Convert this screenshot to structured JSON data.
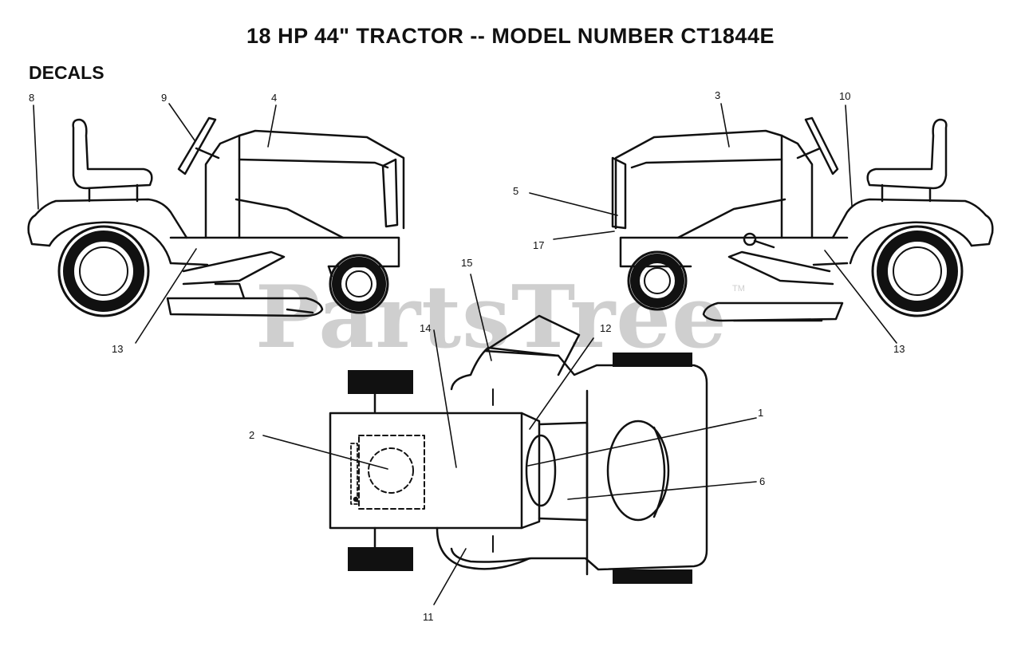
{
  "header": {
    "title": "18 HP 44\" TRACTOR -- MODEL NUMBER CT1844E",
    "section": "DECALS"
  },
  "watermark": {
    "text": "PartsTree",
    "tm": "TM"
  },
  "callouts": {
    "n1": "1",
    "n2": "2",
    "n3": "3",
    "n4": "4",
    "n5": "5",
    "n6": "6",
    "n8": "8",
    "n9": "9",
    "n10": "10",
    "n11": "11",
    "n12": "12",
    "n13_left": "13",
    "n13_right": "13",
    "n14": "14",
    "n15": "15",
    "n17": "17"
  }
}
